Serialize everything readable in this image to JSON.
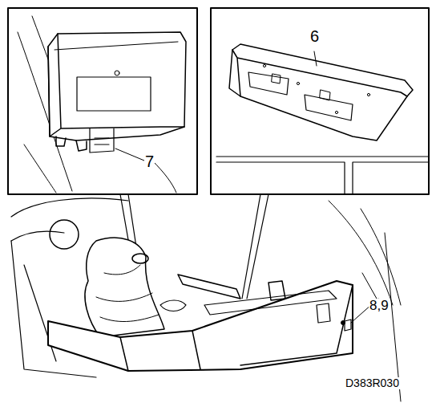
{
  "diagram": {
    "labels": [
      "7",
      "6",
      "8,9",
      "D383R030"
    ]
  }
}
